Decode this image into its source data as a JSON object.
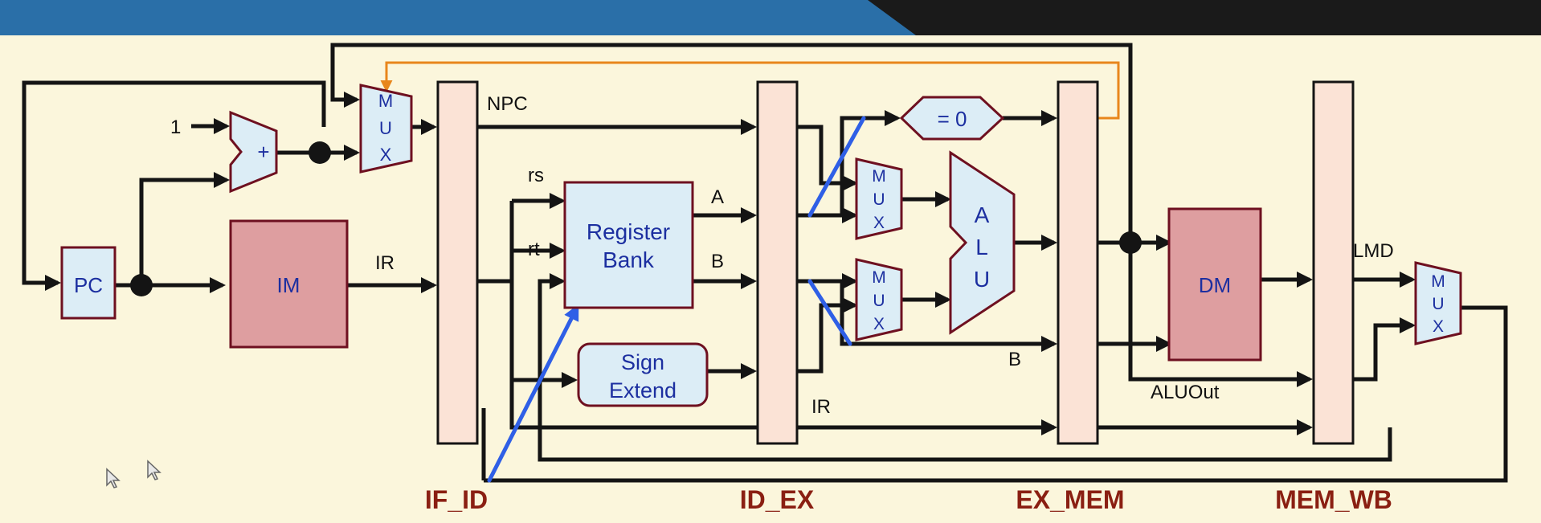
{
  "header": {
    "bar_color_left": "#2a6fa8",
    "bar_color_right": "#1a1a1a"
  },
  "diagram": {
    "blocks": {
      "pc": "PC",
      "im": "IM",
      "dm": "DM",
      "register_bank_line1": "Register",
      "register_bank_line2": "Bank",
      "sign_extend_line1": "Sign",
      "sign_extend_line2": "Extend",
      "adder": "+",
      "zero_test": "= 0",
      "alu_letters": [
        "A",
        "L",
        "U"
      ],
      "mux_letters": [
        "M",
        "U",
        "X"
      ]
    },
    "signals": {
      "const_one": "1",
      "ir_1": "IR",
      "npc": "NPC",
      "rs": "rs",
      "rt": "rt",
      "a": "A",
      "b_1": "B",
      "b_2": "B",
      "ir_2": "IR",
      "lmd": "LMD",
      "aluout": "ALUOut"
    },
    "stages": [
      "IF_ID",
      "ID_EX",
      "EX_MEM",
      "MEM_WB"
    ]
  }
}
